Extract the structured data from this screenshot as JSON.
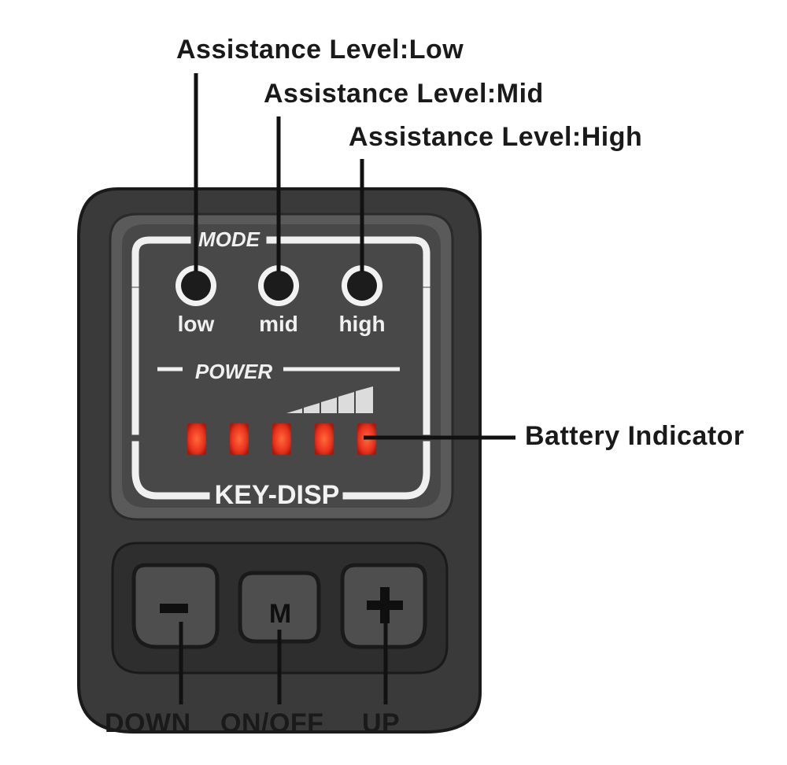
{
  "callouts": {
    "assist_low": "Assistance Level:Low",
    "assist_mid": "Assistance Level:Mid",
    "assist_high": "Assistance Level:High",
    "battery_indicator": "Battery Indicator",
    "down": "DOWN",
    "on_off": "ON/OFF",
    "up": "UP"
  },
  "display": {
    "mode_label": "MODE",
    "mode_leds": [
      "low",
      "mid",
      "high"
    ],
    "power_label": "POWER",
    "brand": "KEY-DISP",
    "battery_segments_lit": 5,
    "battery_segments_total": 5
  },
  "buttons": {
    "minus_icon": "minus-icon",
    "mode_symbol": "M",
    "plus_icon": "plus-icon"
  },
  "colors": {
    "device_body": "#3a3a3a",
    "screen": "#4a4a4a",
    "frame_white": "#f2f2f2",
    "battery_led": "#e8301c",
    "mode_led": "#1c1c1c",
    "button": "#4e4e4e"
  }
}
